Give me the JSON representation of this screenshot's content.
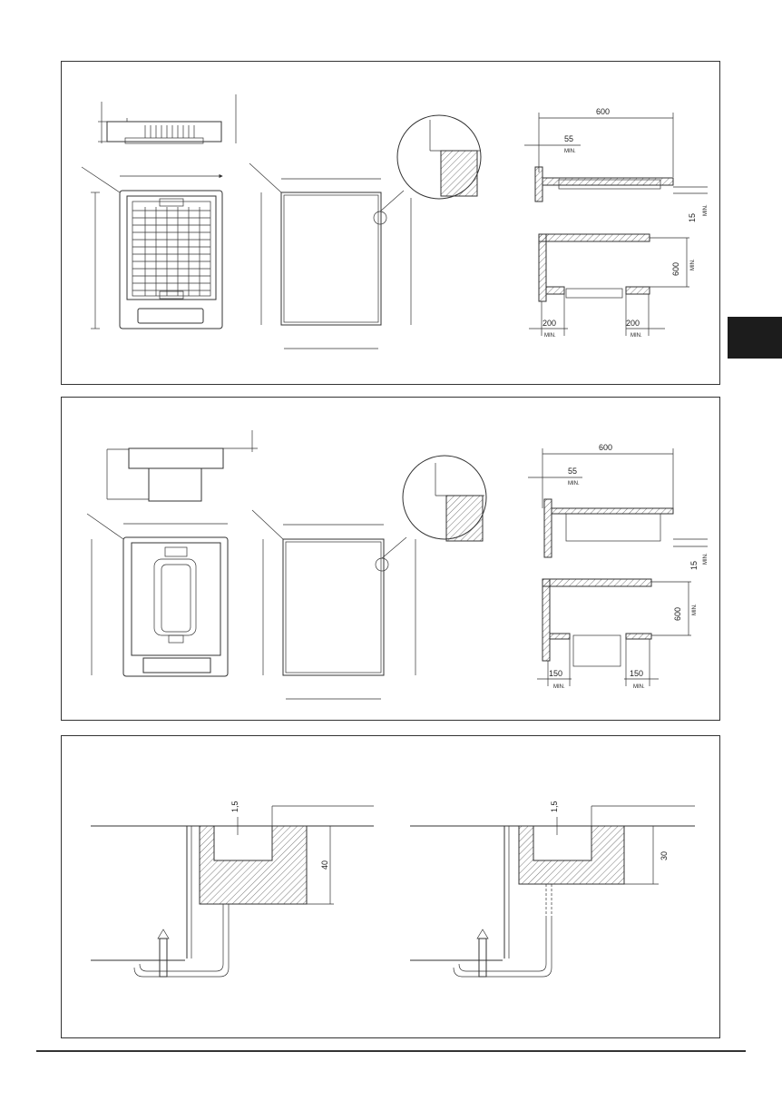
{
  "panel1": {
    "dims": {
      "width_top": "600",
      "edge_55": "55",
      "edge_15": "15",
      "height_600": "600",
      "side_left": "200",
      "side_right": "200"
    },
    "min_label": "MIN."
  },
  "panel2": {
    "dims": {
      "width_top": "600",
      "edge_55": "55",
      "edge_15": "15",
      "height_600": "600",
      "side_left": "150",
      "side_right": "150"
    },
    "min_label": "MIN."
  },
  "panel3": {
    "dims": {
      "left_gap": "1,5",
      "left_depth": "40",
      "right_gap": "1,5",
      "right_depth": "30"
    }
  },
  "colors": {
    "ink": "#333333",
    "hatch": "#555555",
    "tab": "#1c1c1c"
  }
}
